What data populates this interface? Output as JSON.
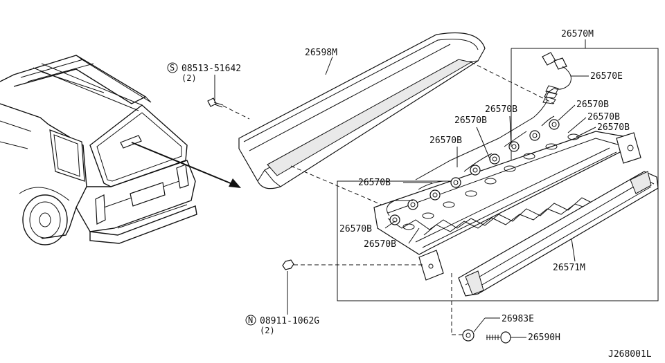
{
  "diagram_id": "J268001L",
  "callouts": {
    "screw_part": "08513-51642",
    "screw_prefix": "S",
    "screw_qty": "(2)",
    "nut_part": "08911-1062G",
    "nut_prefix": "N",
    "nut_qty": "(2)",
    "cover": "26598M",
    "lamp_assy": "26570M",
    "harness": "26570E",
    "bulb": "26570B",
    "lens": "26571M",
    "grommet": "26983E",
    "bolt": "26590H"
  }
}
